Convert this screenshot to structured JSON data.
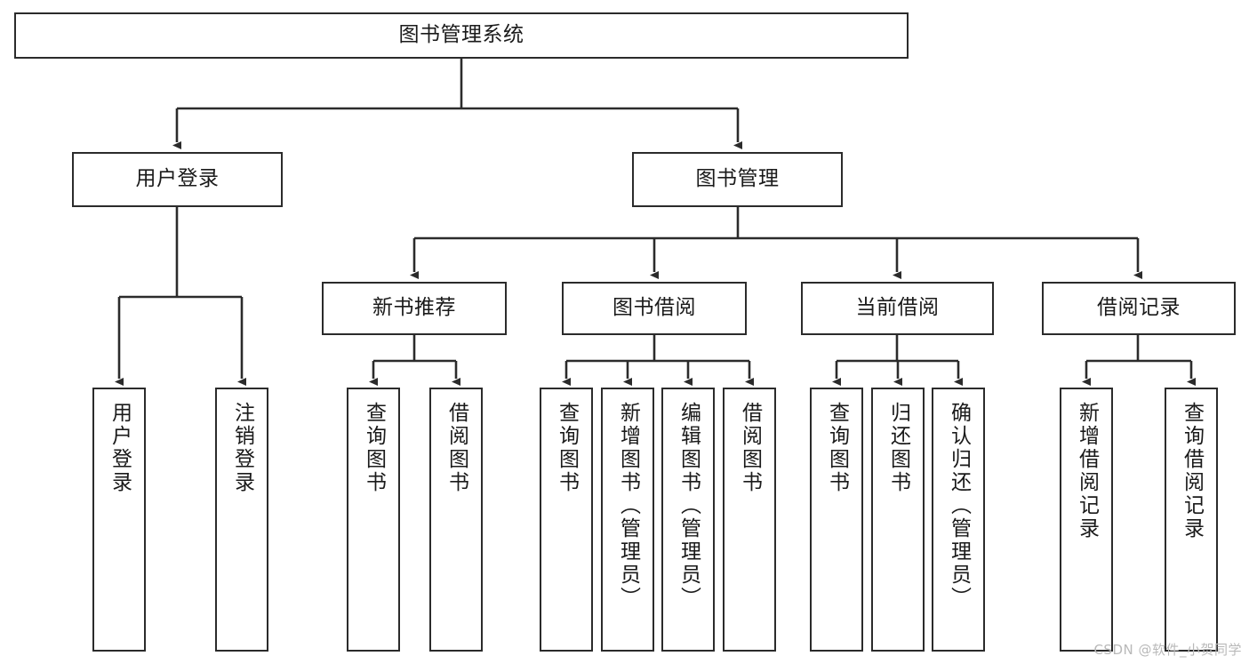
{
  "diagram": {
    "title": "图书管理系统",
    "type": "tree-structure-chart",
    "colors": {
      "node_border": "#2b2b2b",
      "node_fill": "#ffffff",
      "edge": "#2b2b2b",
      "text": "#1a1a1a",
      "watermark": "#b9b9b9",
      "background": "#ffffff"
    },
    "nodes": {
      "root": {
        "label": "图书管理系统",
        "orientation": "horizontal"
      },
      "user_login": {
        "label": "用户登录",
        "orientation": "horizontal"
      },
      "book_manage": {
        "label": "图书管理",
        "orientation": "horizontal"
      },
      "new_book_rec": {
        "label": "新书推荐",
        "orientation": "horizontal"
      },
      "book_borrow": {
        "label": "图书借阅",
        "orientation": "horizontal"
      },
      "current_borrow": {
        "label": "当前借阅",
        "orientation": "horizontal"
      },
      "borrow_record": {
        "label": "借阅记录",
        "orientation": "horizontal"
      },
      "leaf_user_login": {
        "label": "用户登录",
        "orientation": "vertical"
      },
      "leaf_logout": {
        "label": "注销登录",
        "orientation": "vertical"
      },
      "leaf_query_book_1": {
        "label": "查询图书",
        "orientation": "vertical"
      },
      "leaf_borrow_book_1": {
        "label": "借阅图书",
        "orientation": "vertical"
      },
      "leaf_query_book_2": {
        "label": "查询图书",
        "orientation": "vertical"
      },
      "leaf_add_book": {
        "label": "新增图书（管理员）",
        "orientation": "vertical"
      },
      "leaf_edit_book": {
        "label": "编辑图书（管理员）",
        "orientation": "vertical"
      },
      "leaf_borrow_book_2": {
        "label": "借阅图书",
        "orientation": "vertical"
      },
      "leaf_query_book_3": {
        "label": "查询图书",
        "orientation": "vertical"
      },
      "leaf_return_book": {
        "label": "归还图书",
        "orientation": "vertical"
      },
      "leaf_confirm_return": {
        "label": "确认归还（管理员）",
        "orientation": "vertical"
      },
      "leaf_add_record": {
        "label": "新增借阅记录",
        "orientation": "vertical"
      },
      "leaf_query_record": {
        "label": "查询借阅记录",
        "orientation": "vertical"
      }
    },
    "hierarchy": [
      {
        "parent": "root",
        "children": [
          "user_login",
          "book_manage"
        ]
      },
      {
        "parent": "user_login",
        "children": [
          "leaf_user_login",
          "leaf_logout"
        ]
      },
      {
        "parent": "book_manage",
        "children": [
          "new_book_rec",
          "book_borrow",
          "current_borrow",
          "borrow_record"
        ]
      },
      {
        "parent": "new_book_rec",
        "children": [
          "leaf_query_book_1",
          "leaf_borrow_book_1"
        ]
      },
      {
        "parent": "book_borrow",
        "children": [
          "leaf_query_book_2",
          "leaf_add_book",
          "leaf_edit_book",
          "leaf_borrow_book_2"
        ]
      },
      {
        "parent": "current_borrow",
        "children": [
          "leaf_query_book_3",
          "leaf_return_book",
          "leaf_confirm_return"
        ]
      },
      {
        "parent": "borrow_record",
        "children": [
          "leaf_add_record",
          "leaf_query_record"
        ]
      }
    ]
  },
  "watermark": {
    "text": "CSDN @软件_小贺同学"
  }
}
